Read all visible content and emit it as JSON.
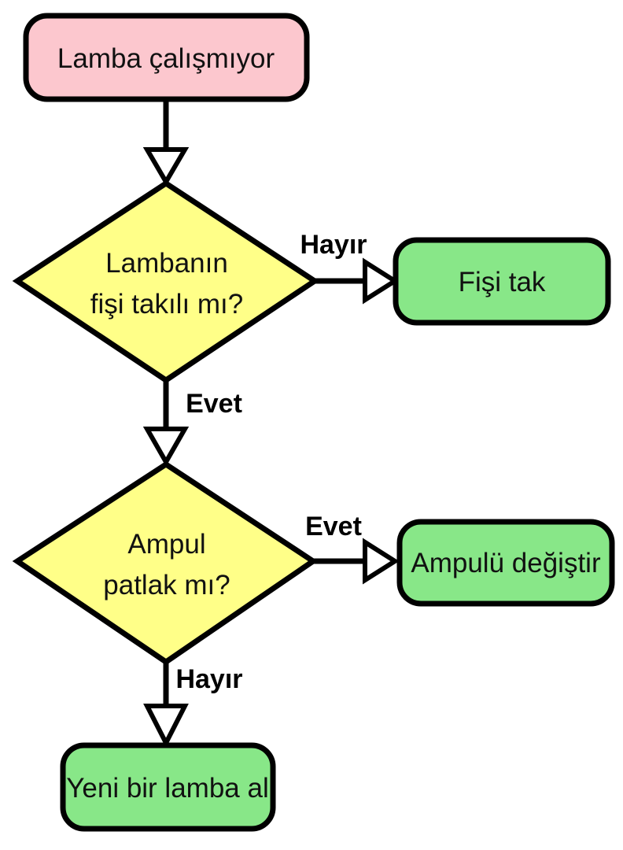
{
  "colors": {
    "background": "#ffffff",
    "start_fill": "#fcc7ce",
    "decision_fill": "#ffff88",
    "action_fill": "#88e788",
    "line": "#000000"
  },
  "nodes": {
    "start": {
      "label": "Lamba çalışmıyor",
      "shape": "rounded-rect"
    },
    "decision1": {
      "line1": "Lambanın",
      "line2": "fişi takılı mı?",
      "shape": "diamond"
    },
    "action_plug": {
      "label": "Fişi tak",
      "shape": "rounded-rect"
    },
    "decision2": {
      "line1": "Ampul",
      "line2": "patlak mı?",
      "shape": "diamond"
    },
    "action_bulb": {
      "label": "Ampulü değiştir",
      "shape": "rounded-rect"
    },
    "action_newlamp": {
      "label": "Yeni bir lamba al",
      "shape": "rounded-rect"
    }
  },
  "edges": [
    {
      "from": "start",
      "to": "decision1",
      "label": ""
    },
    {
      "from": "decision1",
      "to": "action_plug",
      "label": "Hayır"
    },
    {
      "from": "decision1",
      "to": "decision2",
      "label": "Evet"
    },
    {
      "from": "decision2",
      "to": "action_bulb",
      "label": "Evet"
    },
    {
      "from": "decision2",
      "to": "action_newlamp",
      "label": "Hayır"
    }
  ]
}
